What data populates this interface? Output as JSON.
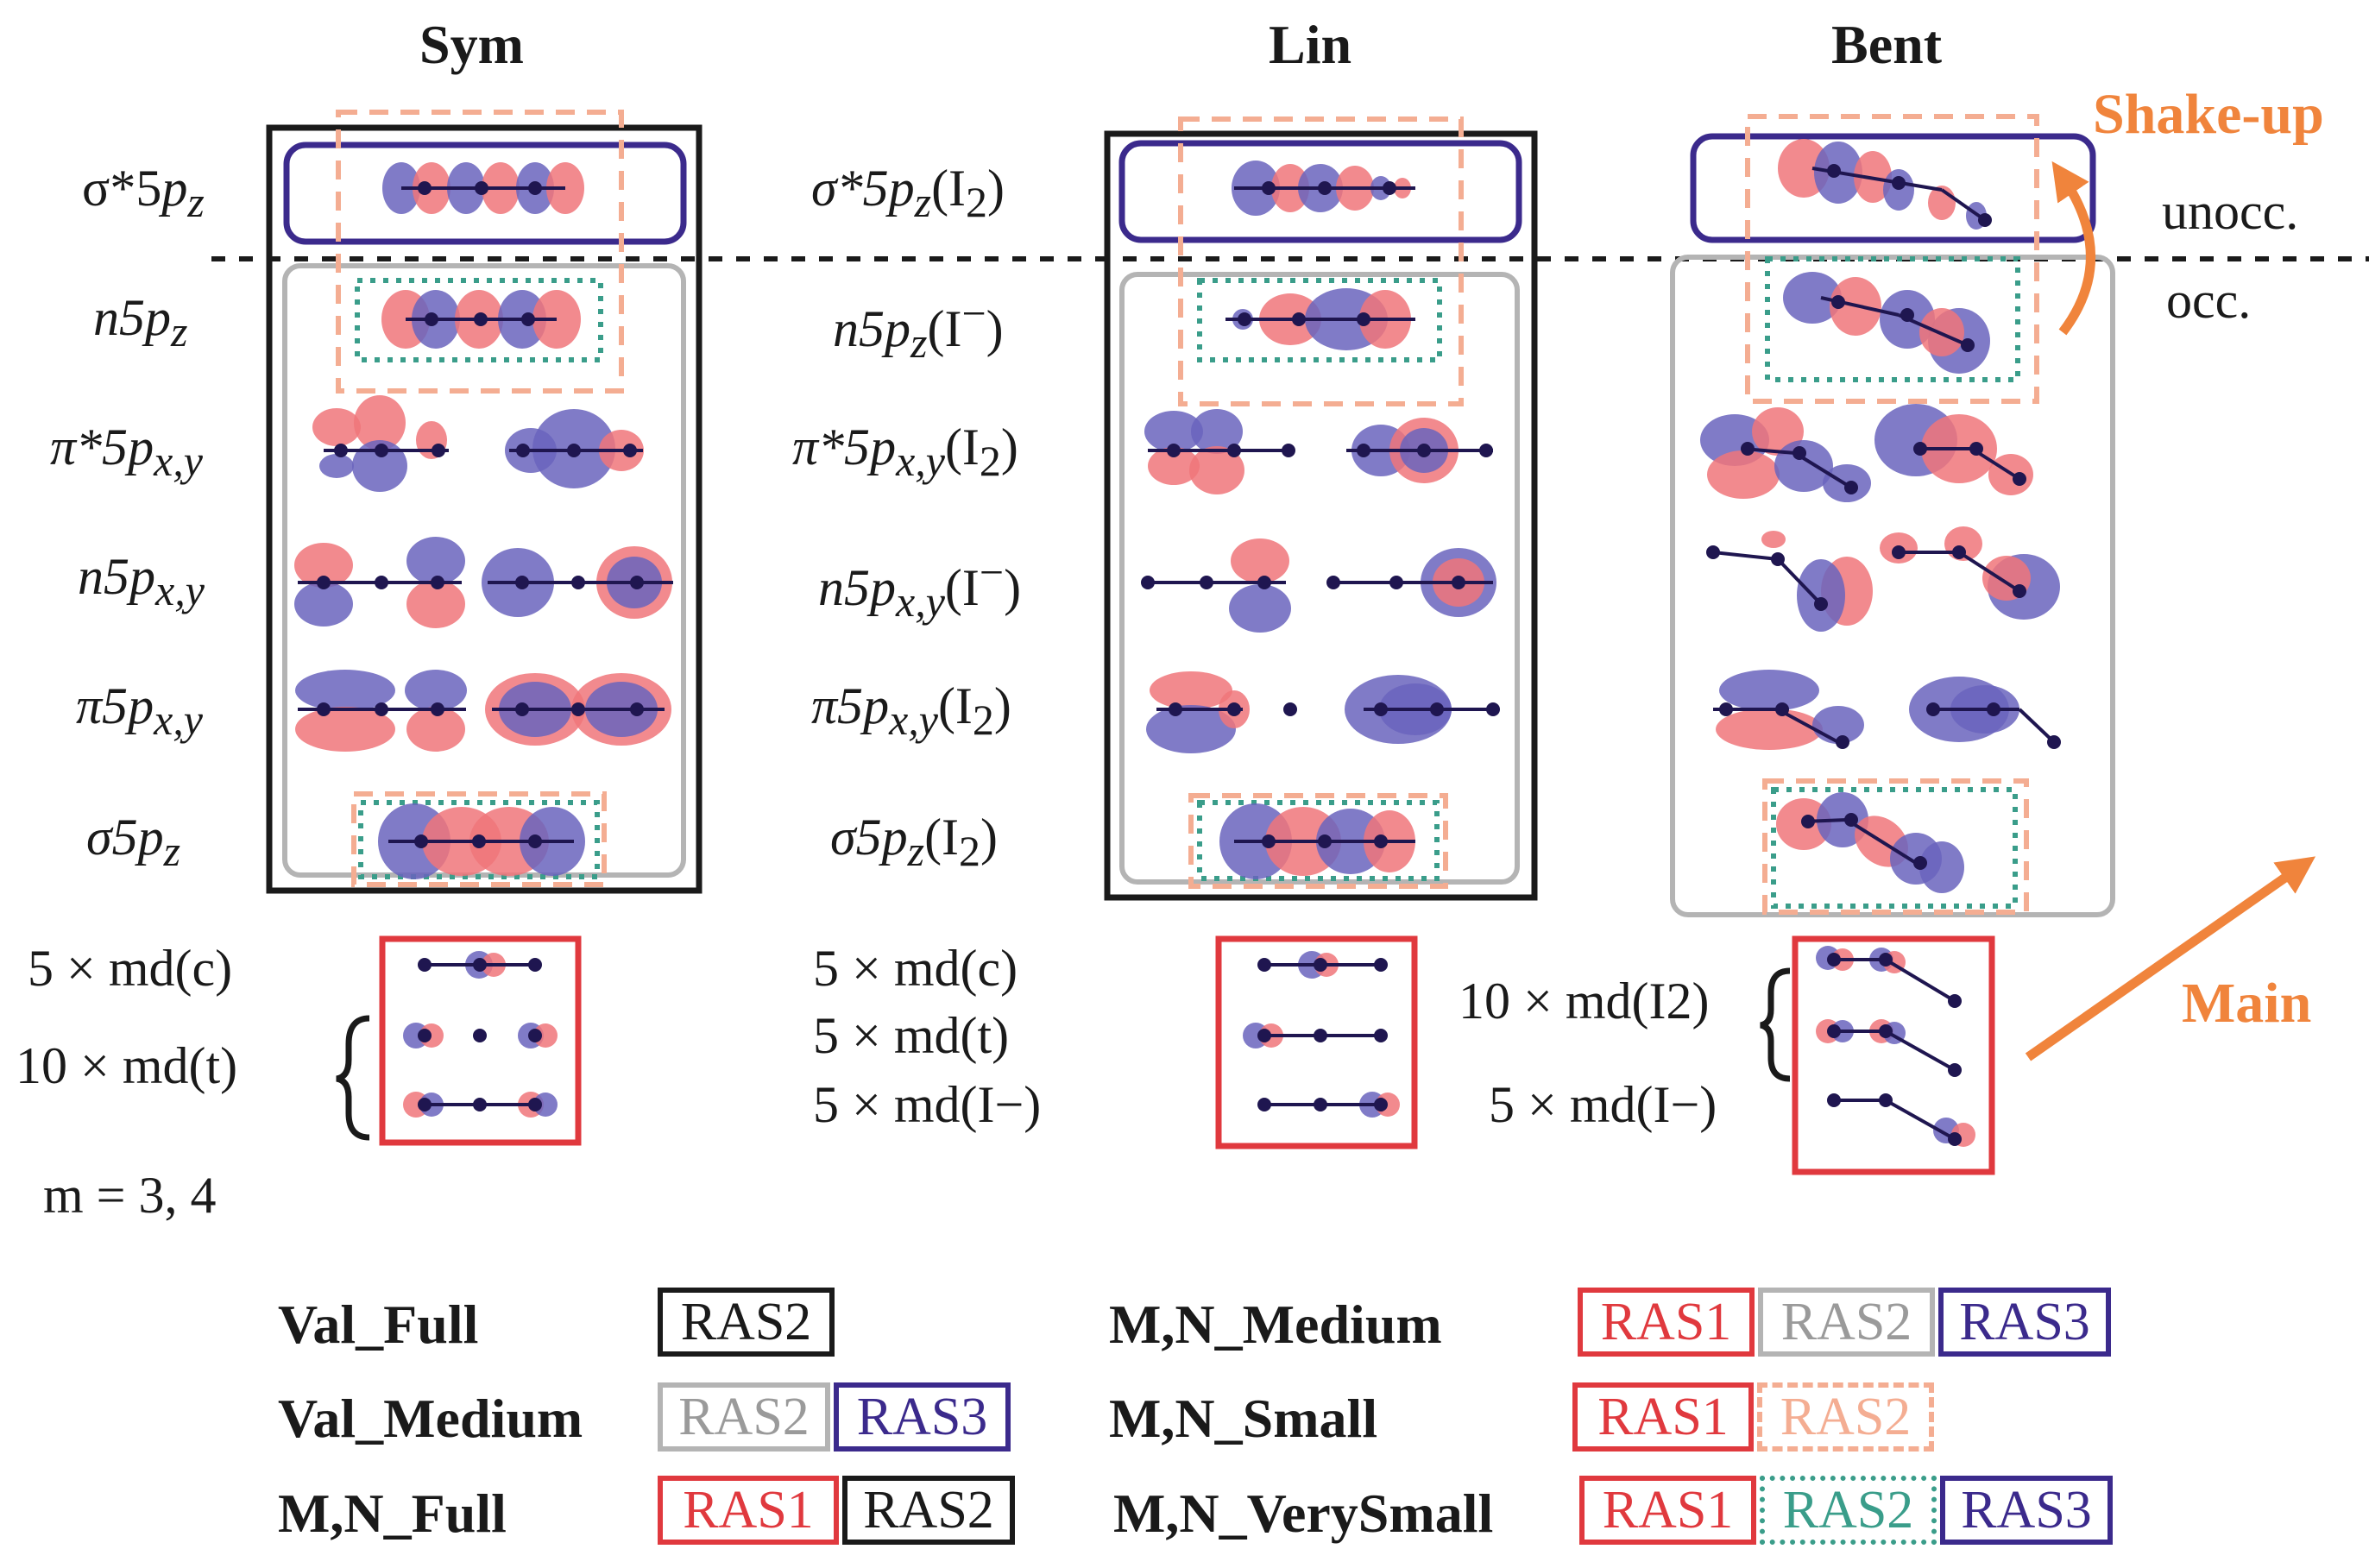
{
  "colors": {
    "lobe_red": "#f0767a",
    "lobe_blue": "#6a64bd",
    "atom": "#1f1650",
    "black_box": "#1a1a1a",
    "gray_box": "#b4b4b4",
    "purple_box": "#3b2a8c",
    "red_box": "#e0393e",
    "salmon_box": "#f4ad92",
    "teal_box": "#3a9d8a",
    "arrow": "#f0843c"
  },
  "columns": {
    "sym": "Sym",
    "lin": "Lin",
    "bent": "Bent"
  },
  "orbitals": {
    "sym": [
      {
        "pre": "σ*5",
        "sym": "p",
        "sub": "z"
      },
      {
        "pre": "n5",
        "sym": "p",
        "sub": "z"
      },
      {
        "pre": "π*5",
        "sym": "p",
        "sub": "x,y"
      },
      {
        "pre": "n5",
        "sym": "p",
        "sub": "x,y"
      },
      {
        "pre": "π5",
        "sym": "p",
        "sub": "x,y"
      },
      {
        "pre": "σ5",
        "sym": "p",
        "sub": "z"
      }
    ],
    "lin": [
      {
        "pre": "σ*5",
        "sym": "p",
        "sub": "z",
        "post": "(I",
        "post_sub": "2",
        "post_end": ")"
      },
      {
        "pre": "n5",
        "sym": "p",
        "sub": "z",
        "post": "(I",
        "post_sup": "−",
        "post_end": ")"
      },
      {
        "pre": "π*5",
        "sym": "p",
        "sub": "x,y",
        "post": "(I",
        "post_sub": "2",
        "post_end": ")"
      },
      {
        "pre": "n5",
        "sym": "p",
        "sub": "x,y",
        "post": "(I",
        "post_sup": "−",
        "post_end": ")"
      },
      {
        "pre": "π5",
        "sym": "p",
        "sub": "x,y",
        "post": "(I",
        "post_sub": "2",
        "post_end": ")"
      },
      {
        "pre": "σ5",
        "sym": "p",
        "sub": "z",
        "post": "(I",
        "post_sub": "2",
        "post_end": ")"
      }
    ]
  },
  "occupation": {
    "unocc": "unocc.",
    "occ": "occ."
  },
  "arrows": {
    "shake_up": "Shake-up",
    "main": "Main"
  },
  "core": {
    "sym": [
      "5 × md(c)",
      "10 × md(t)"
    ],
    "lin": [
      "5 × md(c)",
      "5 × md(t)",
      "5 × md(I−)"
    ],
    "bent": [
      "10 × md(I2)",
      "5 × md(I−)"
    ],
    "m_values": "m = 3, 4"
  },
  "legend": [
    {
      "name": "Val_Full",
      "boxes": [
        {
          "text": "RAS2",
          "style": "black"
        }
      ]
    },
    {
      "name": "Val_Medium",
      "boxes": [
        {
          "text": "RAS2",
          "style": "gray"
        },
        {
          "text": "RAS3",
          "style": "purple"
        }
      ]
    },
    {
      "name": "M,N_Full",
      "boxes": [
        {
          "text": "RAS1",
          "style": "red"
        },
        {
          "text": "RAS2",
          "style": "black"
        }
      ]
    },
    {
      "name": "M,N_Medium",
      "boxes": [
        {
          "text": "RAS1",
          "style": "red"
        },
        {
          "text": "RAS2",
          "style": "gray"
        },
        {
          "text": "RAS3",
          "style": "purple"
        }
      ]
    },
    {
      "name": "M,N_Small",
      "boxes": [
        {
          "text": "RAS1",
          "style": "red"
        },
        {
          "text": "RAS2",
          "style": "salmon"
        }
      ]
    },
    {
      "name": "M,N_VerySmall",
      "boxes": [
        {
          "text": "RAS1",
          "style": "red"
        },
        {
          "text": "RAS2",
          "style": "teal"
        },
        {
          "text": "RAS3",
          "style": "purple"
        }
      ]
    }
  ]
}
